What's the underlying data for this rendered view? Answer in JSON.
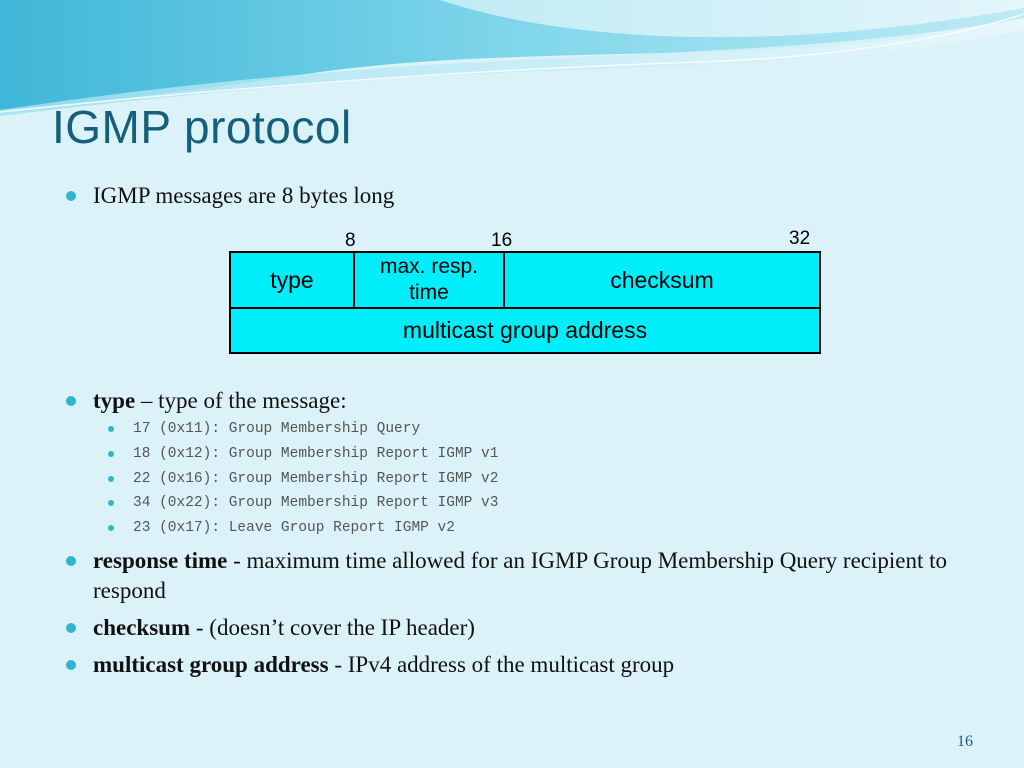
{
  "slide": {
    "title": "IGMP protocol",
    "page_number": "16"
  },
  "bullets": {
    "b1": {
      "text": "IGMP messages are 8 bytes long"
    },
    "b2": {
      "term": "type",
      "rest": " – type of the message:"
    },
    "b3": {
      "term": "response time",
      "rest": " - maximum time allowed for an IGMP Group Membership Query recipient to respond"
    },
    "b4": {
      "term": "checksum",
      "rest": " - (doesn’t cover the IP header)"
    },
    "b5": {
      "term": "multicast group address",
      "rest": " - IPv4 address of the multicast group"
    }
  },
  "message_types": [
    "17 (0x11): Group Membership Query",
    "18 (0x12): Group Membership Report IGMP v1",
    "22 (0x16): Group Membership Report IGMP v2",
    "34 (0x22): Group Membership Report IGMP v3",
    "23 (0x17): Leave Group Report IGMP v2"
  ],
  "diagram": {
    "bit_labels": [
      "8",
      "16",
      "32"
    ],
    "fields": {
      "type": "type",
      "max_resp_line1": "max. resp.",
      "max_resp_line2": "time",
      "checksum": "checksum",
      "group_address": "multicast group address"
    },
    "fill_color": "#00eefa"
  },
  "colors": {
    "title": "#14607a",
    "bullet": "#2fb6cc",
    "background": "#dbf3f8"
  }
}
